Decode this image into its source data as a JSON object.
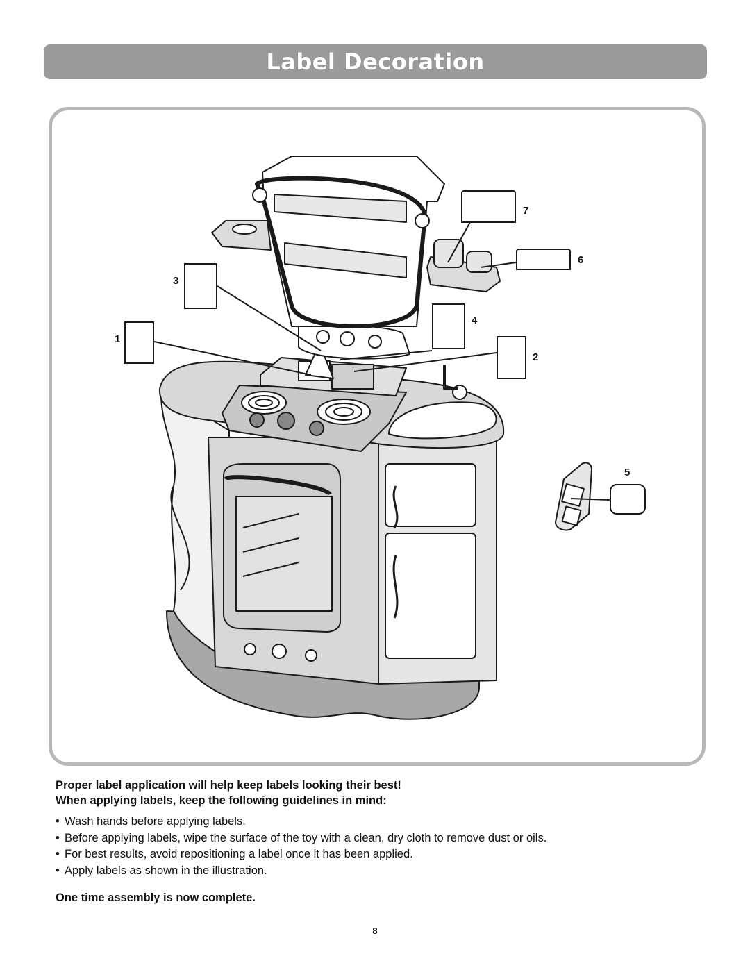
{
  "header": {
    "title": "Label Decoration"
  },
  "callouts": [
    {
      "id": "1",
      "label": "1"
    },
    {
      "id": "2",
      "label": "2"
    },
    {
      "id": "3",
      "label": "3"
    },
    {
      "id": "4",
      "label": "4"
    },
    {
      "id": "5",
      "label": "5"
    },
    {
      "id": "6",
      "label": "6"
    },
    {
      "id": "7",
      "label": "7"
    }
  ],
  "instructions": {
    "intro_line1": "Proper label application will help keep labels looking their best!",
    "intro_line2": "When applying labels, keep the following guidelines in mind:",
    "bullets": [
      "Wash hands before applying labels.",
      "Before applying labels, wipe the surface of the toy with a clean, dry cloth to remove dust or oils.",
      "For best results, avoid repositioning a label once it has been applied.",
      "Apply labels as shown in the illustration."
    ],
    "bullet_glyph": "•",
    "closing": "One time assembly is now complete."
  },
  "footer": {
    "page_number": "8"
  },
  "colors": {
    "banner": "#9b9b9b",
    "frame_border": "#b8b8b8",
    "base_shadow": "#a8a8a8"
  }
}
